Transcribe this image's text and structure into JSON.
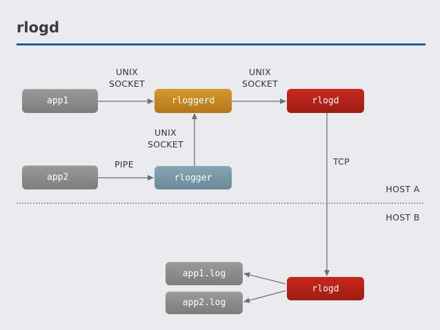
{
  "title": "rlogd",
  "nodes": {
    "app1": "app1",
    "app2": "app2",
    "rloggerd": "rloggerd",
    "rlogger": "rlogger",
    "rlogd_a": "rlogd",
    "rlogd_b": "rlogd",
    "app1_log": "app1.log",
    "app2_log": "app2.log"
  },
  "edges": {
    "unix_socket_1": [
      "UNIX",
      "SOCKET"
    ],
    "unix_socket_2": [
      "UNIX",
      "SOCKET"
    ],
    "unix_socket_3": [
      "UNIX",
      "SOCKET"
    ],
    "pipe": "PIPE",
    "tcp": "TCP"
  },
  "hosts": {
    "host_a": "HOST A",
    "host_b": "HOST B"
  },
  "colors": {
    "title_rule": "#1f5a96",
    "app_box": "#8a8a8a",
    "rloggerd_box": "#c48a24",
    "rlogd_box": "#b52219",
    "rlogger_box": "#7797a6",
    "arrow": "#707070"
  }
}
